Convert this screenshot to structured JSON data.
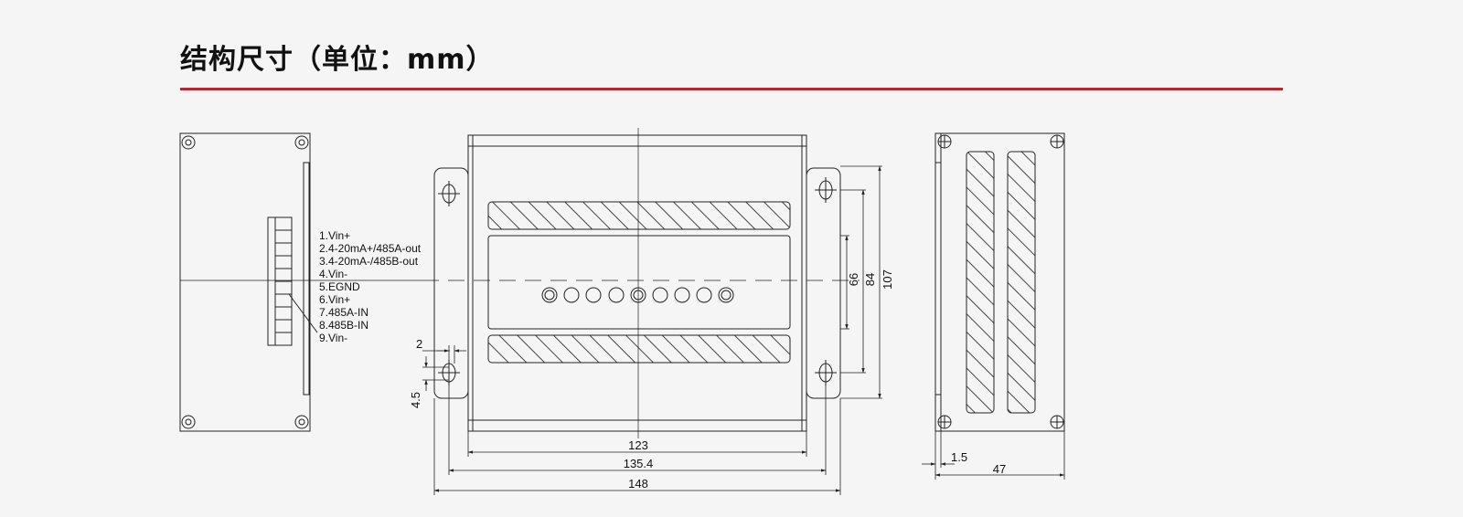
{
  "header": {
    "title": "结构尺寸（单位：mm）"
  },
  "colors": {
    "accent_rule": "#c8202a",
    "line": "#222222",
    "background": "#f5f5f5"
  },
  "pin_legend": [
    "1.Vin+",
    "2.4-20mA+/485A-out",
    "3.4-20mA-/485B-out",
    "4.Vin-",
    "5.EGND",
    "6.Vin+",
    "7.485A-IN",
    "8.485B-IN",
    "9.Vin-"
  ],
  "dimensions": {
    "width_inner": "123",
    "width_mounting": "135.4",
    "width_overall": "148",
    "height_66": "66",
    "height_84": "84",
    "height_107": "107",
    "ear_thickness": "2",
    "hole_diameter": "4.5",
    "side_offset": "1.5",
    "depth": "47"
  }
}
